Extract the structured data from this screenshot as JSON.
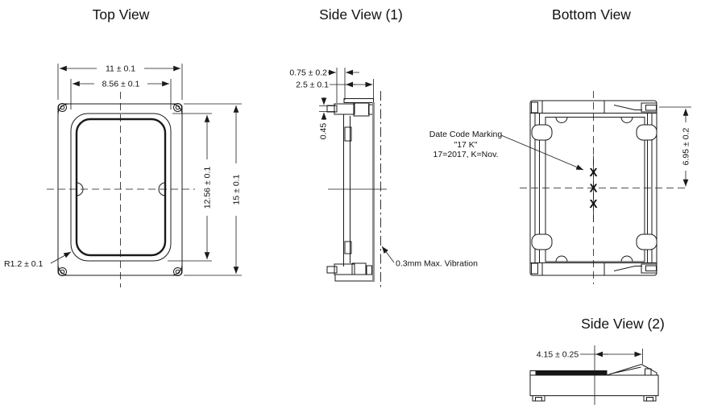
{
  "page": {
    "background": "#ffffff"
  },
  "colors": {
    "line": "#1a1a1a",
    "thick_gray": "#8f8f8f",
    "background": "#ffffff"
  },
  "views": {
    "top": {
      "title": "Top View",
      "dim_outer_width": "11 ± 0.1",
      "dim_inner_width": "8.56 ± 0.1",
      "dim_inner_height": "12.56 ± 0.1",
      "dim_outer_height": "15 ± 0.1",
      "dim_corner_radius": "R1.2 ± 0.1"
    },
    "side1": {
      "title": "Side View (1)",
      "dim_terminal_protrusion": "0.75 ± 0.2",
      "dim_thickness": "2.5 ± 0.1",
      "dim_terminal_height": "0.45",
      "note_vibration": "0.3mm Max. Vibration"
    },
    "bottom": {
      "title": "Bottom View",
      "dim_half_height": "6.95 ± 0.2",
      "marking_label": "Date Code Marking",
      "marking_code": "\"17 K\"",
      "marking_legend": "17=2017, K=Nov.",
      "marking_symbols": [
        "X",
        "X",
        "X"
      ]
    },
    "side2": {
      "title": "Side View (2)",
      "dim_wedge_offset": "4.15 ± 0.25"
    }
  }
}
